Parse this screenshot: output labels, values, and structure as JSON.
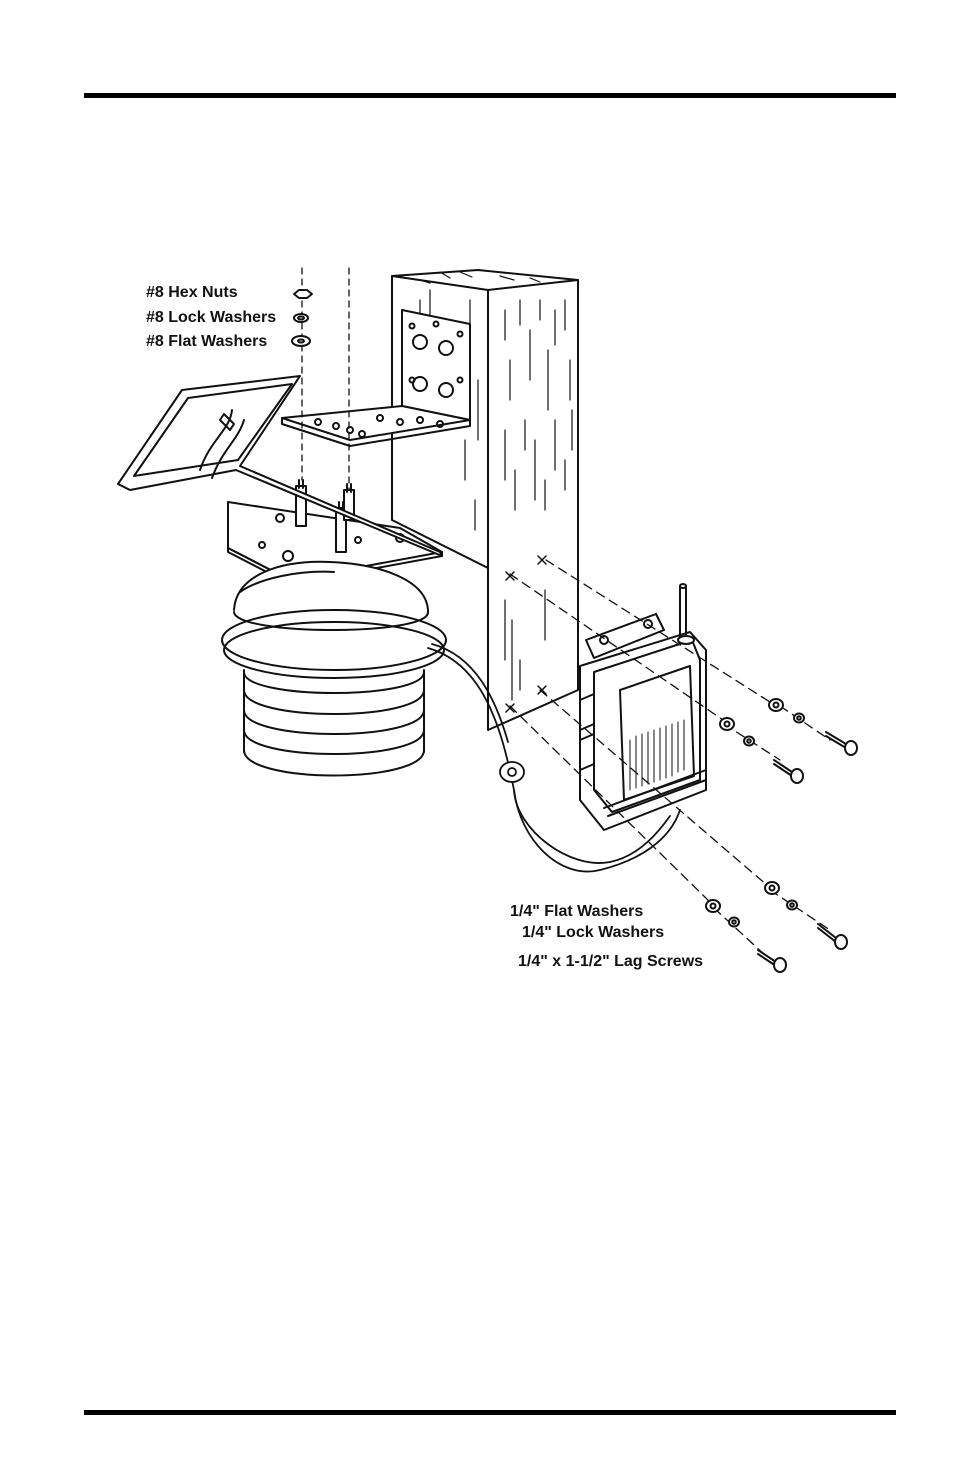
{
  "labels": {
    "hex_nuts": "#8 Hex Nuts",
    "lock_washers_8": "#8 Lock Washers",
    "flat_washers_8": "#8 Flat Washers",
    "flat_washers_quarter": "1/4\" Flat Washers",
    "lock_washers_quarter": "1/4\" Lock Washers",
    "lag_screws": "1/4\" x 1-1/2\" Lag Screws"
  }
}
